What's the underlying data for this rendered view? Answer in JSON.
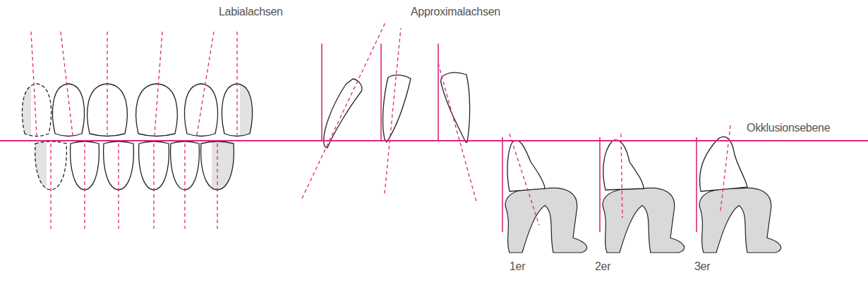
{
  "diagram": {
    "labels": [
      "Labialachsen",
      "Approximalachsen",
      "Okklusionsebene",
      "1er",
      "2er",
      "3er"
    ]
  }
}
